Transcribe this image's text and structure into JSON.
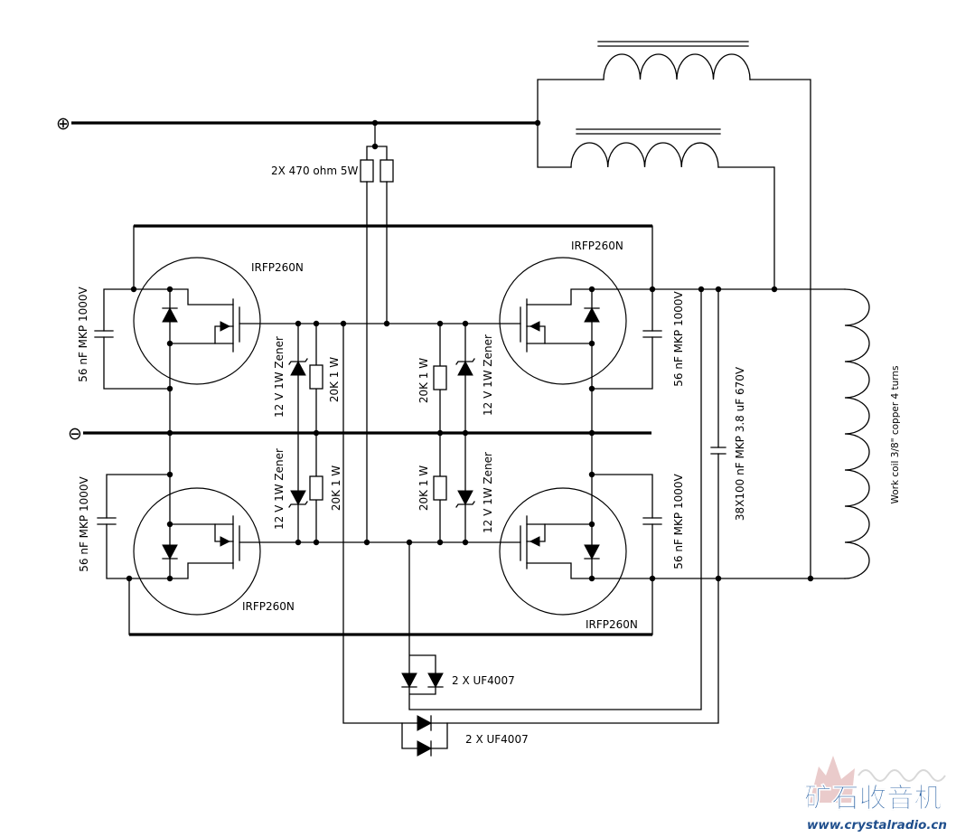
{
  "terminals": {
    "positive": "⊕",
    "negative": "⊖"
  },
  "gate_supply_resistors": "2X 470 ohm 5W",
  "mosfets": {
    "top_left": "IRFP260N",
    "top_right": "IRFP260N",
    "bottom_left": "IRFP260N",
    "bottom_right": "IRFP260N"
  },
  "snubber_capacitors": {
    "top_left": "56 nF MKP 1000V",
    "top_right": "56 nF MKP 1000V",
    "bottom_left": "56 nF MKP 1000V",
    "bottom_right": "56 nF MKP 1000V"
  },
  "gate_zeners": {
    "top_left": "12 V 1W Zener",
    "top_right": "12 V 1W Zener",
    "bottom_left": "12 V 1W Zener",
    "bottom_right": "12 V 1W Zener"
  },
  "gate_resistors": {
    "top_left": "20K 1 W",
    "top_right": "20K 1 W",
    "bottom_left": "20K 1 W",
    "bottom_right": "20K 1 W"
  },
  "tank_capacitor": "38X100 nF MKP 3.8 uF 670V",
  "work_coil": "Work coil 3/8\" copper 4 turns",
  "gate_diodes": "2 X UF4007",
  "feedback_diodes": "2 X UF4007",
  "watermark": {
    "logo_text": "矿石收音机",
    "url": "www.crystalradio.cn"
  },
  "colors": {
    "wire": "#000000",
    "background": "#ffffff",
    "logo_blue": "#1f5aa0",
    "logo_red": "#d9a0a0"
  }
}
